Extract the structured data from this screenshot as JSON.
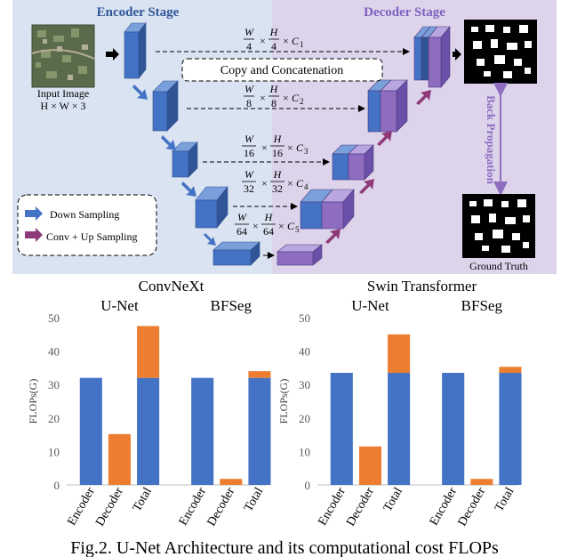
{
  "diagram": {
    "encoder_title": "Encoder Stage",
    "decoder_title": "Decoder Stage",
    "copy_label": "Copy and Concatenation",
    "input_label": "Input Image",
    "input_dims": "H × W × 3",
    "back_propagation": "Back Propagation",
    "ground_truth": "Ground Truth",
    "legend": {
      "down": "Down Sampling",
      "up": "Conv + Up Sampling"
    },
    "skips": [
      {
        "w": "W",
        "h": "H",
        "d": "4",
        "c": "C",
        "ci": "1"
      },
      {
        "w": "W",
        "h": "H",
        "d": "8",
        "c": "C",
        "ci": "2"
      },
      {
        "w": "W",
        "h": "H",
        "d": "16",
        "c": "C",
        "ci": "3"
      },
      {
        "w": "W",
        "h": "H",
        "d": "32",
        "c": "C",
        "ci": "4"
      },
      {
        "w": "W",
        "h": "H",
        "d": "64",
        "c": "C",
        "ci": "5"
      }
    ],
    "colors": {
      "encoder_bg": "#d9e3f1",
      "decoder_bg": "#ddd4ec",
      "encoder_title": "#2f5597",
      "decoder_title": "#7f5fbf",
      "block_blue": "#4472c4",
      "block_purple": "#8e6cc0",
      "arrow_magenta": "#8e3a78"
    }
  },
  "caption": "Fig.2. U-Net Architecture and its computational cost FLOPs",
  "chart_data": [
    {
      "type": "bar",
      "title": "ConvNeXt",
      "groups": [
        "U-Net",
        "BFSeg"
      ],
      "categories": [
        "Encoder",
        "Decoder",
        "Total"
      ],
      "ylabel": "FLOPs(G)",
      "ylim": [
        0,
        50
      ],
      "yticks": [
        0,
        10,
        20,
        30,
        40,
        50
      ],
      "series": [
        {
          "values": [
            [
              32,
              0,
              32
            ],
            [
              32,
              0,
              32
            ]
          ],
          "color": "#4472c4"
        },
        {
          "values": [
            [
              0,
              15.2,
              15.5
            ],
            [
              0,
              1.8,
              2.0
            ]
          ],
          "color": "#ed7d31"
        }
      ],
      "grid": false
    },
    {
      "type": "bar",
      "title": "Swin Transformer",
      "groups": [
        "U-Net",
        "BFSeg"
      ],
      "categories": [
        "Encoder",
        "Decoder",
        "Total"
      ],
      "ylabel": "FLOPs(G)",
      "ylim": [
        0,
        50
      ],
      "yticks": [
        0,
        10,
        20,
        30,
        40,
        50
      ],
      "series": [
        {
          "values": [
            [
              33.5,
              0,
              33.5
            ],
            [
              33.5,
              0,
              33.5
            ]
          ],
          "color": "#4472c4"
        },
        {
          "values": [
            [
              0,
              11.5,
              11.5
            ],
            [
              0,
              1.8,
              1.8
            ]
          ],
          "color": "#ed7d31"
        }
      ],
      "grid": false
    }
  ]
}
